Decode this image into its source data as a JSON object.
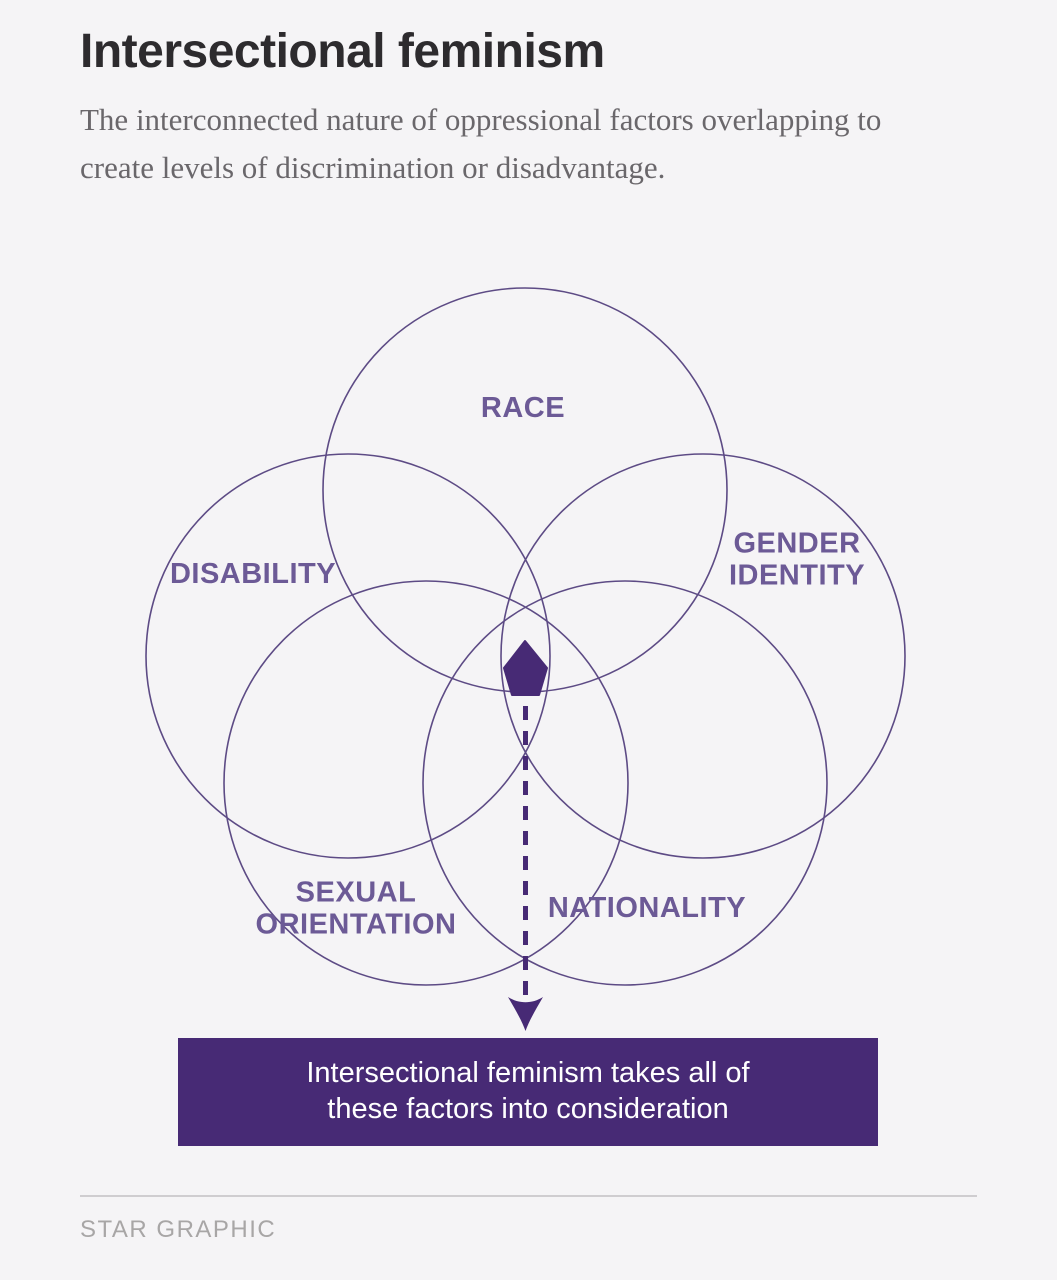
{
  "header": {
    "title": "Intersectional feminism",
    "subtitle": "The interconnected nature of oppressional factors overlapping to create levels of discrimination or disadvantage."
  },
  "venn": {
    "circle_count": 5,
    "labels": {
      "race": "RACE",
      "disability": "DISABILITY",
      "gender_identity": "GENDER\nIDENTITY",
      "sexual_orientation": "SEXUAL\nORIENTATION",
      "nationality": "NATIONALITY"
    }
  },
  "callout": {
    "text": "Intersectional feminism takes all of\nthese factors into consideration"
  },
  "footer": {
    "credit": "STAR GRAPHIC"
  },
  "icons": {
    "connector_arrow": "dashed-down-arrow",
    "center_shape": "pentagon-intersection"
  },
  "colors": {
    "background": "#f5f4f6",
    "circle_stroke": "#5d4b85",
    "label_text": "#6c5a96",
    "accent_purple": "#472a75",
    "callout_text": "#ffffff",
    "title_text": "#2d2b2e",
    "subtitle_text": "#6a676b",
    "divider": "#cfcdd0",
    "footer_text": "#a8a6a6"
  }
}
